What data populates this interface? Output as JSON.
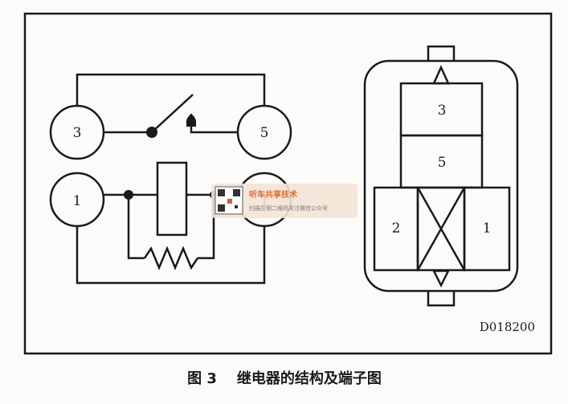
{
  "figure": {
    "caption": "图 3    继电器的结构及端子图",
    "code": "D018200"
  },
  "schematic": {
    "terminals": [
      "3",
      "5",
      "1",
      "1"
    ]
  },
  "relay_body": {
    "pins": [
      "3",
      "5",
      "2",
      "1"
    ]
  },
  "watermark": {
    "title": "听车共享技术",
    "subtitle": "扫描左侧二维码关注微信公众号"
  }
}
